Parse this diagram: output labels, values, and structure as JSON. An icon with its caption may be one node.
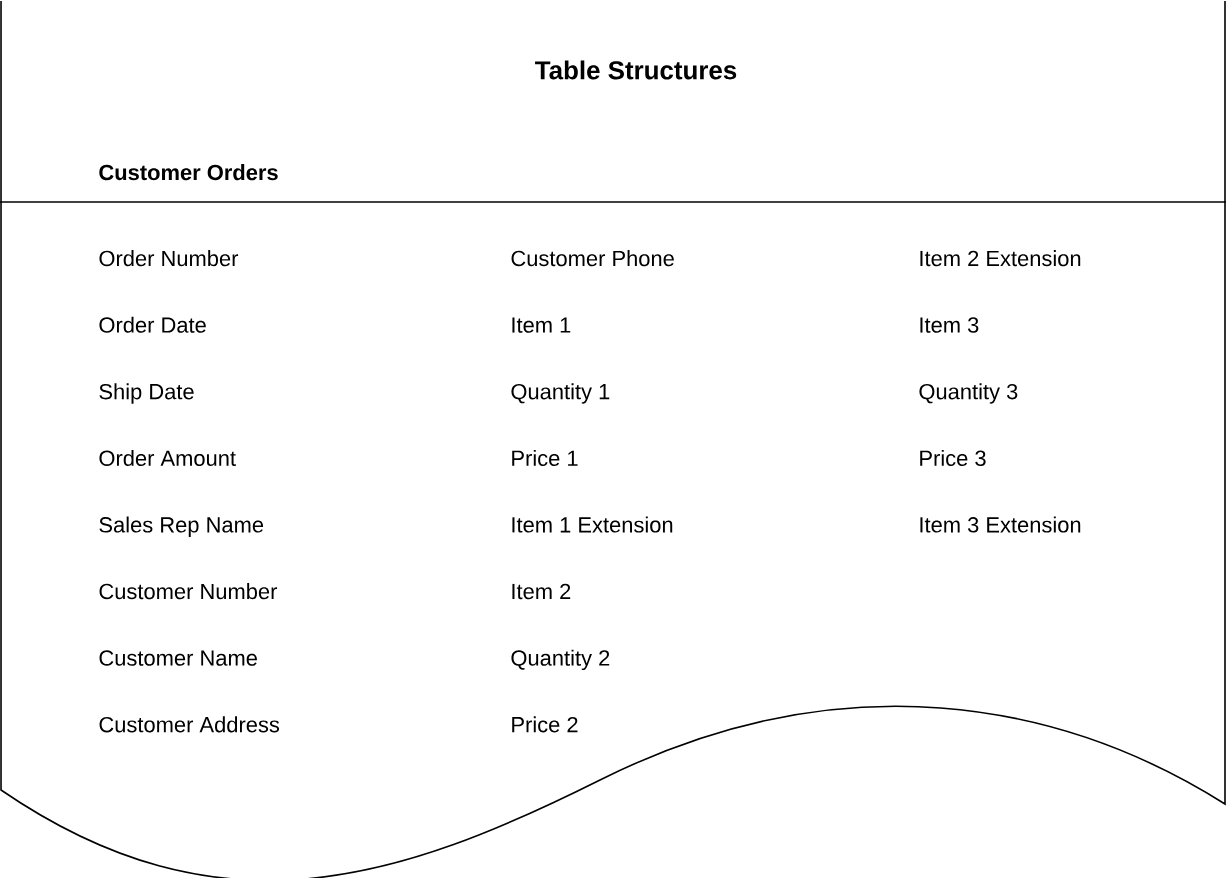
{
  "diagram": {
    "title": "Table Structures",
    "nodes": [
      {
        "text": [
          "Customer Orders"
        ]
      }
    ],
    "labels": [
      "Order Number",
      "Order Date",
      "Ship Date",
      "Order Amount",
      "Sales Rep Name",
      "Customer Number",
      "Customer Name",
      "Customer Address",
      "Customer Phone",
      "Item 1",
      "Quantity 1",
      "Price 1",
      "Item 1 Extension",
      "Item 2",
      "Quantity 2",
      "Price 2",
      "Item 2 Extension",
      "Item 3",
      "Quantity 3",
      "Price 3",
      "Item 3 Extension"
    ]
  }
}
